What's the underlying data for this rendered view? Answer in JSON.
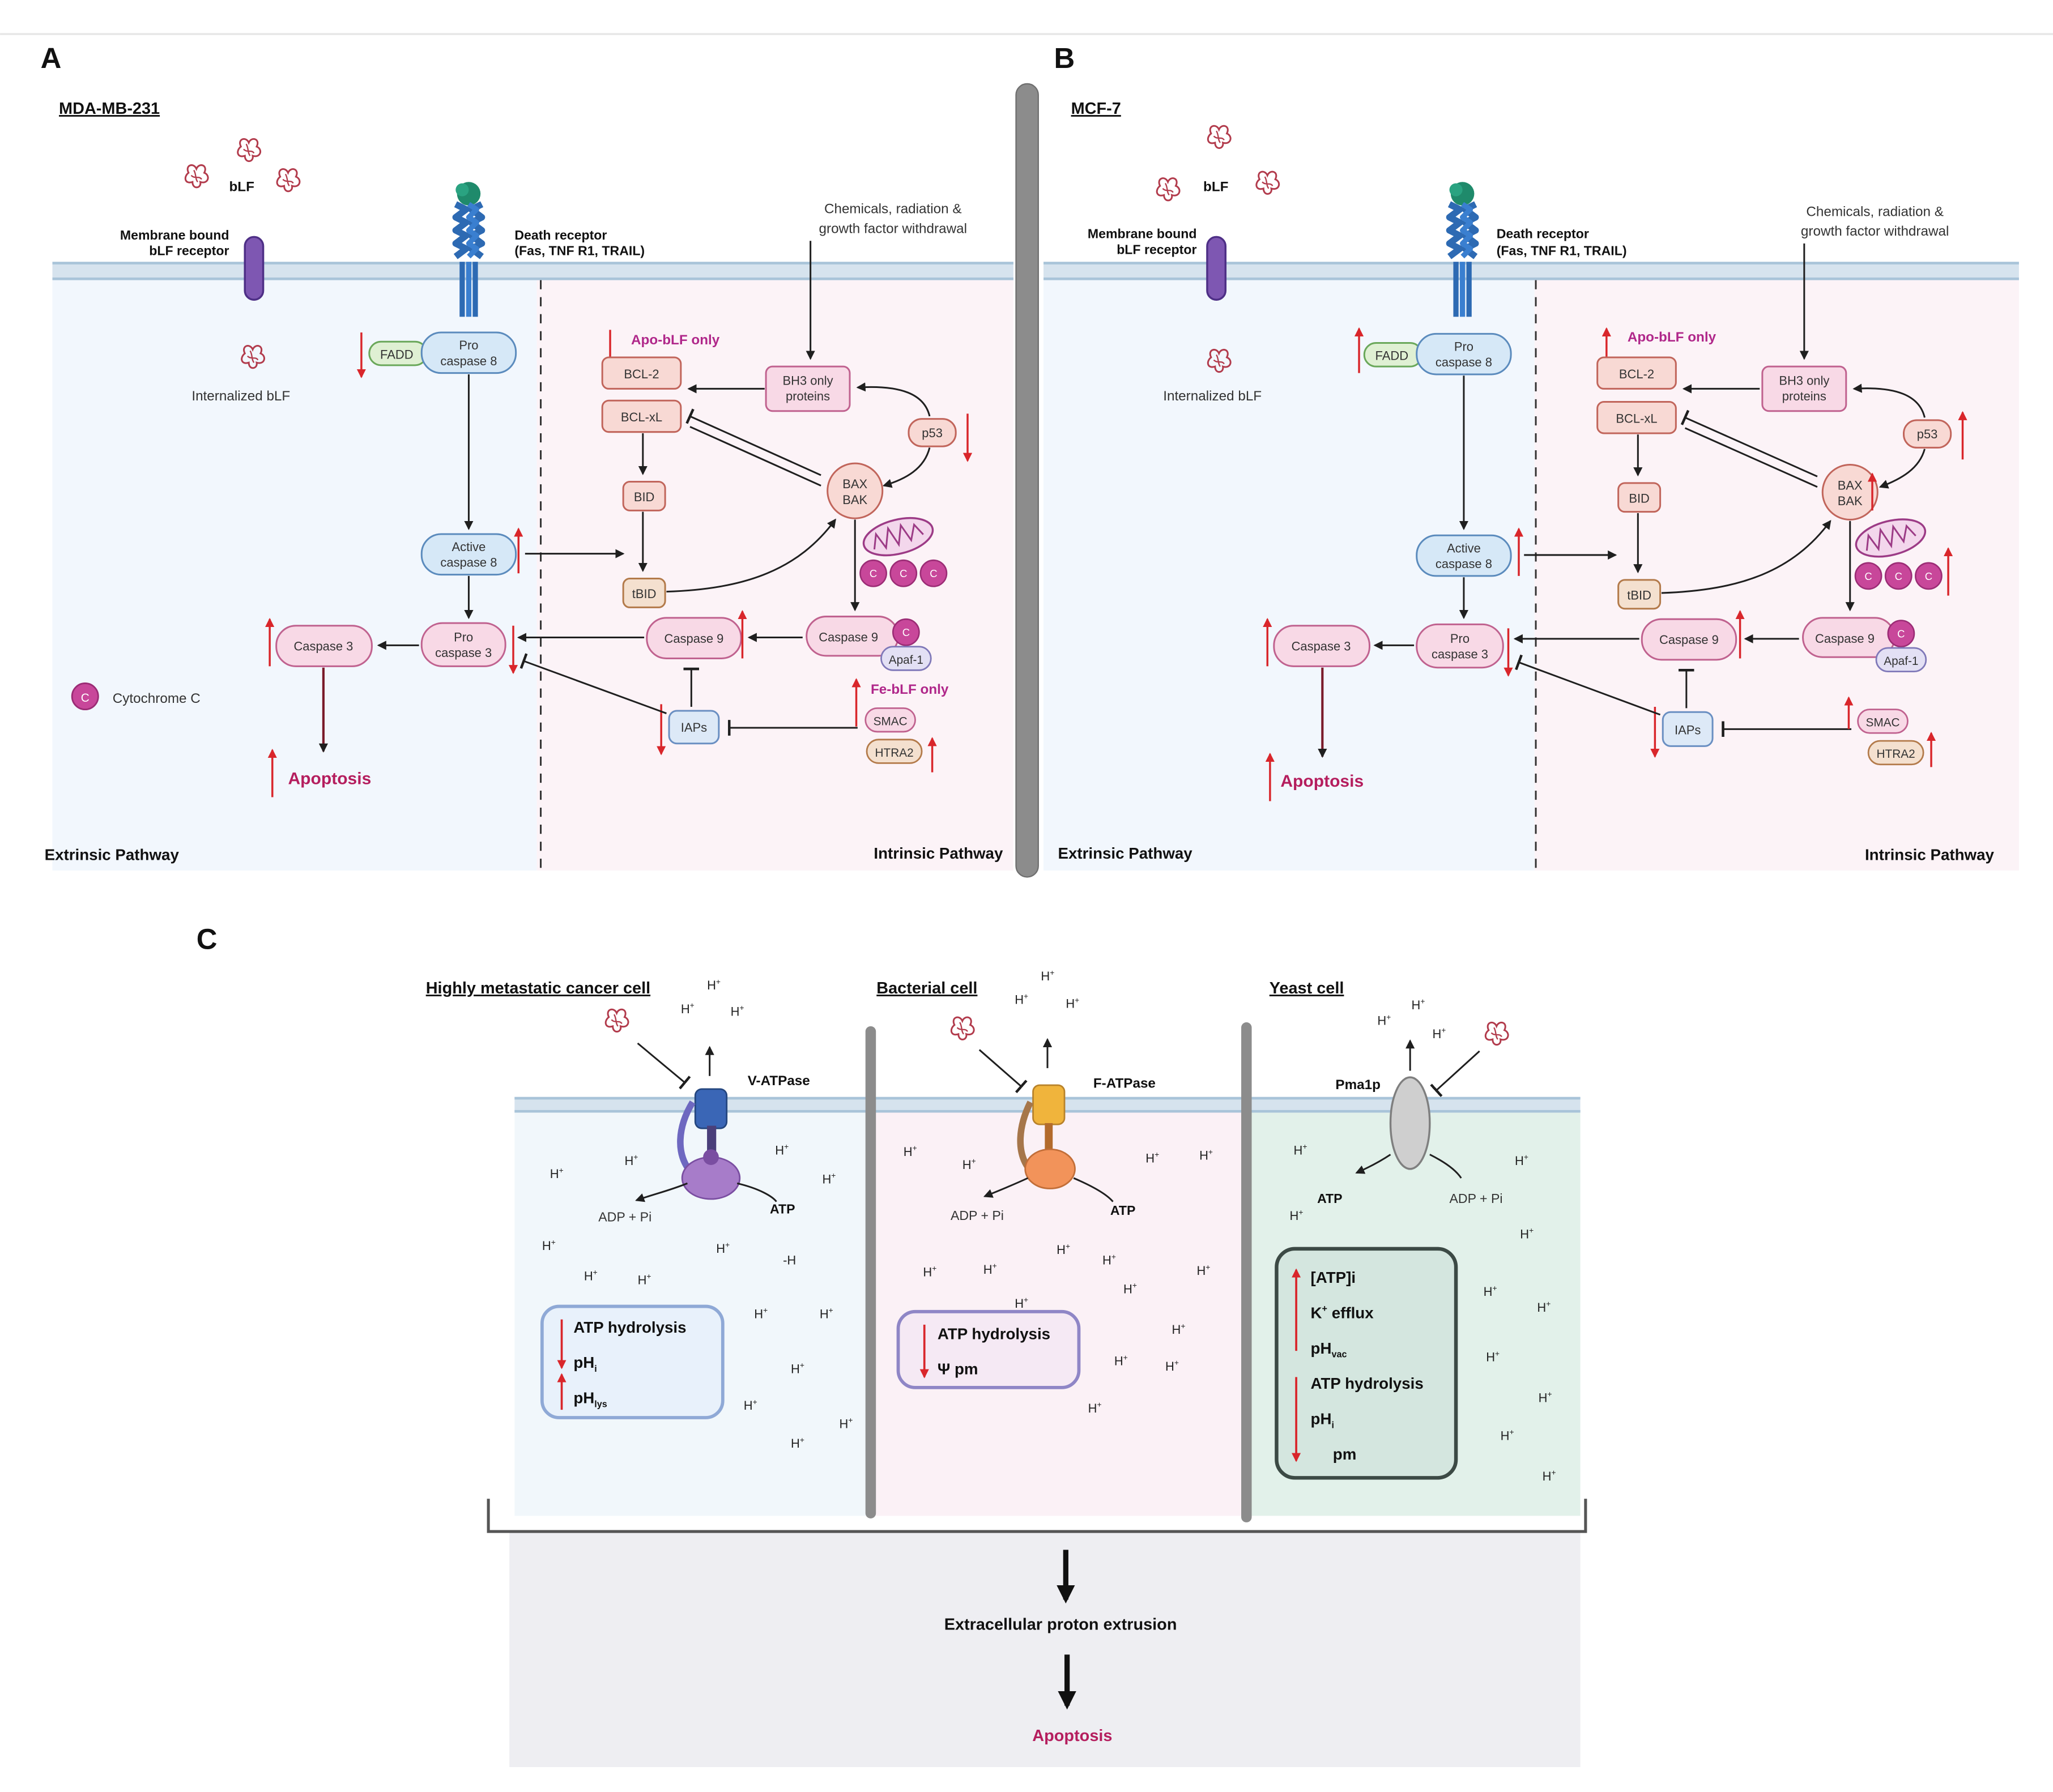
{
  "panel_a": {
    "letter": "A",
    "cell_line": "MDA-MB-231",
    "blf": "bLF",
    "membrane_receptor": [
      "Membrane bound",
      "bLF receptor"
    ],
    "death_receptor": [
      "Death receptor",
      "(Fas, TNF R1, TRAIL)"
    ],
    "stimuli": [
      "Chemicals, radiation &",
      "growth factor withdrawal"
    ],
    "internalized": "Internalized bLF",
    "fadd": "FADD",
    "procaspase8": [
      "Pro",
      "caspase 8"
    ],
    "active_caspase8": [
      "Active",
      "caspase 8"
    ],
    "procaspase3": [
      "Pro",
      "caspase 3"
    ],
    "caspase3": "Caspase 3",
    "apoptosis": "Apoptosis",
    "cytc_symbol": "C",
    "cytc_label": "Cytochrome C",
    "apo_only": "Apo-bLF only",
    "fe_only": "Fe-bLF only",
    "bcl2": "BCL-2",
    "bclxl": "BCL-xL",
    "bh3": [
      "BH3 only",
      "proteins"
    ],
    "p53": "p53",
    "bax": [
      "BAX",
      "BAK"
    ],
    "bid": "BID",
    "tbid": "tBID",
    "caspase9": "Caspase 9",
    "caspase9_apaf": "Caspase 9",
    "apaf": "Apaf-1",
    "iaps": "IAPs",
    "smac": "SMAC",
    "htra2": "HTRA2",
    "extrinsic": "Extrinsic Pathway",
    "intrinsic": "Intrinsic Pathway"
  },
  "panel_b": {
    "letter": "B",
    "cell_line": "MCF-7",
    "blf": "bLF",
    "membrane_receptor": [
      "Membrane bound",
      "bLF receptor"
    ],
    "death_receptor": [
      "Death receptor",
      "(Fas, TNF R1, TRAIL)"
    ],
    "stimuli": [
      "Chemicals, radiation &",
      "growth factor withdrawal"
    ],
    "internalized": "Internalized bLF",
    "fadd": "FADD",
    "procaspase8": [
      "Pro",
      "caspase 8"
    ],
    "active_caspase8": [
      "Active",
      "caspase 8"
    ],
    "procaspase3": [
      "Pro",
      "caspase 3"
    ],
    "caspase3": "Caspase 3",
    "apoptosis": "Apoptosis",
    "cytc_symbol": "C",
    "apo_only": "Apo-bLF only",
    "bcl2": "BCL-2",
    "bclxl": "BCL-xL",
    "bh3": [
      "BH3 only",
      "proteins"
    ],
    "p53": "p53",
    "bax": [
      "BAX",
      "BAK"
    ],
    "bid": "BID",
    "tbid": "tBID",
    "caspase9": "Caspase 9",
    "caspase9_apaf": "Caspase 9",
    "apaf": "Apaf-1",
    "iaps": "IAPs",
    "smac": "SMAC",
    "htra2": "HTRA2",
    "extrinsic": "Extrinsic Pathway",
    "intrinsic": "Intrinsic Pathway"
  },
  "panel_c": {
    "letter": "C",
    "cancer_title": "Highly metastatic cancer cell",
    "bacterial_title": "Bacterial cell",
    "yeast_title": "Yeast cell",
    "v_atpase": "V-ATPase",
    "f_atpase": "F-ATPase",
    "pma1p": "Pma1p",
    "adp_pi": "ADP + Pi",
    "atp": "ATP",
    "proton": "H",
    "proton_sup": "+",
    "odd_proton": "-H",
    "cancer_box": {
      "line1": "ATP hydrolysis",
      "line2_base": "pH",
      "line2_sub": "i",
      "line3_base": "pH",
      "line3_sub": "lys"
    },
    "bacterial_box": {
      "line1": "ATP hydrolysis",
      "line2": "Ψ pm"
    },
    "yeast_box": {
      "line1": "[ATP]i",
      "line2_base": "K",
      "line2_sup": "+",
      "line2_rest": " efflux",
      "line3_base": "pH",
      "line3_sub": "vac",
      "line4": "ATP hydrolysis",
      "line5_base": "pH",
      "line5_sub": "i",
      "line6": "pm"
    },
    "proton_extrusion": "Extracellular proton extrusion",
    "apoptosis": "Apoptosis"
  },
  "colors": {
    "membrane": "#a9c4d9",
    "arrow_red": "#d9262b",
    "apoptosis_text": "#b51e5e",
    "label_magenta": "#b0278a",
    "cytochrome": "#c8479a",
    "pink_box": "#f8d9e6",
    "red_box": "#f8d9d4",
    "blue_box": "#d6e8f7",
    "green_box": "#d9efd3"
  }
}
